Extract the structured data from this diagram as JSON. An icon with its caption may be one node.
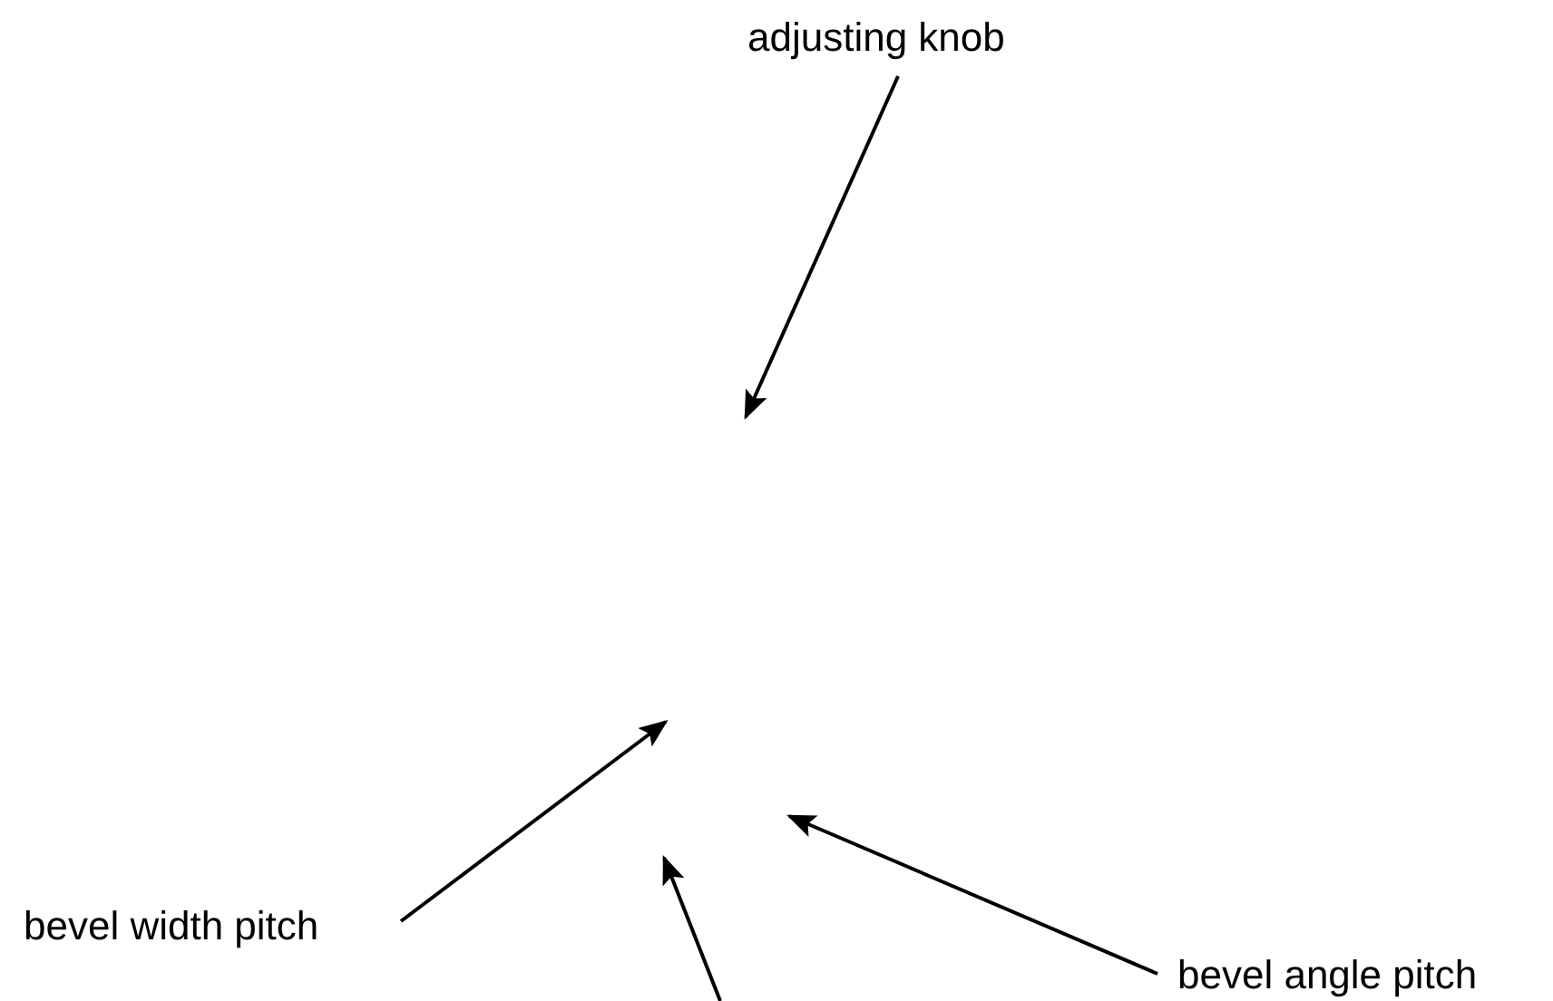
{
  "diagram": {
    "nodes": [
      {
        "text": [
          "adjusting knob"
        ]
      },
      {
        "text": [
          "bevel width pitch"
        ]
      },
      {
        "text": [
          "bevel angle pitch"
        ]
      }
    ],
    "edges": [
      {
        "from": 0,
        "to": null,
        "arrow": "to"
      },
      {
        "from": 1,
        "to": null,
        "arrow": "to"
      },
      {
        "from": 2,
        "to": null,
        "arrow": "to"
      }
    ]
  }
}
